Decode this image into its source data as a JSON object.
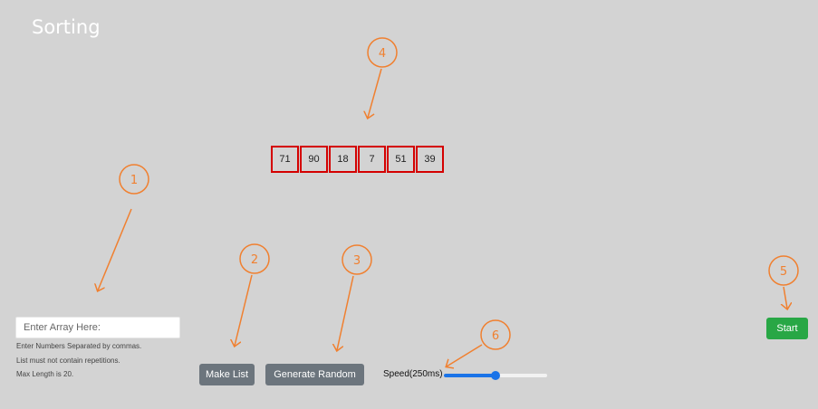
{
  "header": {
    "title": "Sorting"
  },
  "array": {
    "values": [
      "71",
      "90",
      "18",
      "7",
      "51",
      "39"
    ]
  },
  "input": {
    "placeholder": "Enter Array Here:",
    "help_lines": [
      "Enter Numbers Separated by commas.",
      "List must not contain repetitions.",
      "Max Length is 20."
    ]
  },
  "buttons": {
    "make_list": "Make List",
    "generate_random": "Generate Random",
    "start": "Start"
  },
  "speed": {
    "label": "Speed(250ms)",
    "slider_fraction": 0.5
  },
  "annotations": {
    "labels": [
      "1",
      "2",
      "3",
      "4",
      "5",
      "6"
    ],
    "color": "#f08030"
  },
  "colors": {
    "background": "#d3d3d3",
    "cell_border": "#d40000",
    "button_gray": "#6c757d",
    "button_green": "#28a745",
    "slider_blue": "#1a73e8"
  }
}
